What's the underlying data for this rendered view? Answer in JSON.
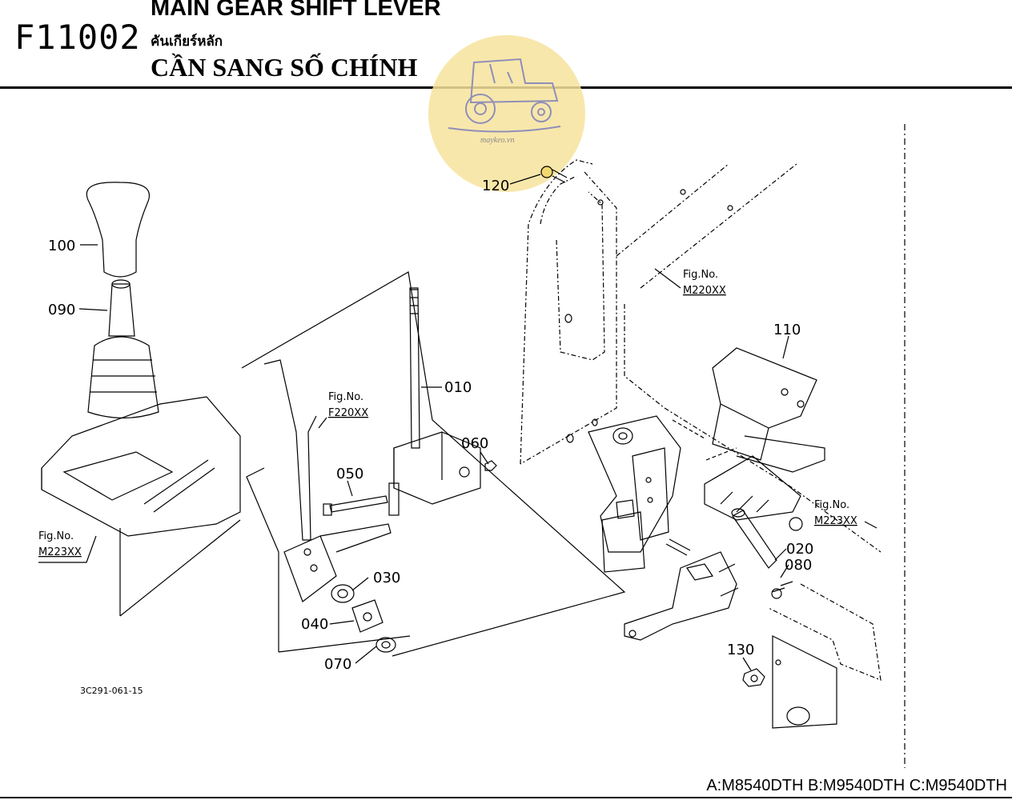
{
  "header": {
    "code": "F11002",
    "title_en": "MAIN GEAR SHIFT LEVER",
    "title_th": "คันเกียร์หลัก",
    "title_vn": "CẦN SANG SỐ CHÍNH"
  },
  "watermark": {
    "text": "maykeo.vn",
    "color": "#f7e39c"
  },
  "diagram_code": "3C291-061-15",
  "models": "A:M8540DTH B:M9540DTH C:M9540DTH",
  "parts": {
    "p010": "010",
    "p020": "020",
    "p030": "030",
    "p040": "040",
    "p050": "050",
    "p060": "060",
    "p070": "070",
    "p080": "080",
    "p090": "090",
    "p100": "100",
    "p110": "110",
    "p120": "120",
    "p130": "130"
  },
  "fig_refs": {
    "fig_label": "Fig.No.",
    "m220": "M220XX",
    "f220": "F220XX",
    "m223_left": "M223XX",
    "m223_right": "M223XX"
  }
}
